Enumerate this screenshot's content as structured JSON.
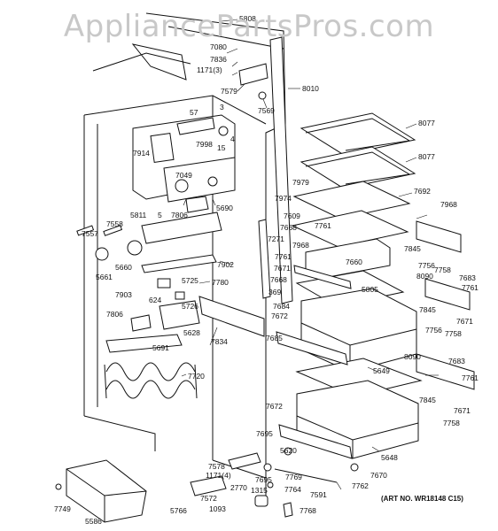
{
  "watermark": "AppliancePartsPros.com",
  "art_number": "(ART NO. WR18148 C15)",
  "labels": [
    "5808",
    "7080",
    "7836",
    "1171(3)",
    "7579",
    "7569",
    "8010",
    "57",
    "3",
    "7998",
    "4",
    "15",
    "7914",
    "7049",
    "5811",
    "5",
    "7806",
    "5690",
    "7557",
    "7558",
    "5661",
    "5660",
    "7902",
    "7903",
    "5725",
    "7780",
    "624",
    "5726",
    "7806",
    "5628",
    "7834",
    "5691",
    "7720",
    "8077",
    "8077",
    "7979",
    "7974",
    "7692",
    "7609",
    "7668",
    "7271",
    "7968",
    "7761",
    "7660",
    "7671",
    "7668",
    "369",
    "7845",
    "7756",
    "7758",
    "5805",
    "8090",
    "7683",
    "7761",
    "7684",
    "7672",
    "7845",
    "7756",
    "7671",
    "7758",
    "5649",
    "8090",
    "7683",
    "7761",
    "7845",
    "7671",
    "7758",
    "7672",
    "7695",
    "5620",
    "7578",
    "1171(4)",
    "7769",
    "2770",
    "7695",
    "1315",
    "7764",
    "7591",
    "7762",
    "7670",
    "5648",
    "5766",
    "7572",
    "1093",
    "7768",
    "7749",
    "5586",
    "7685",
    "7968",
    "7761"
  ]
}
